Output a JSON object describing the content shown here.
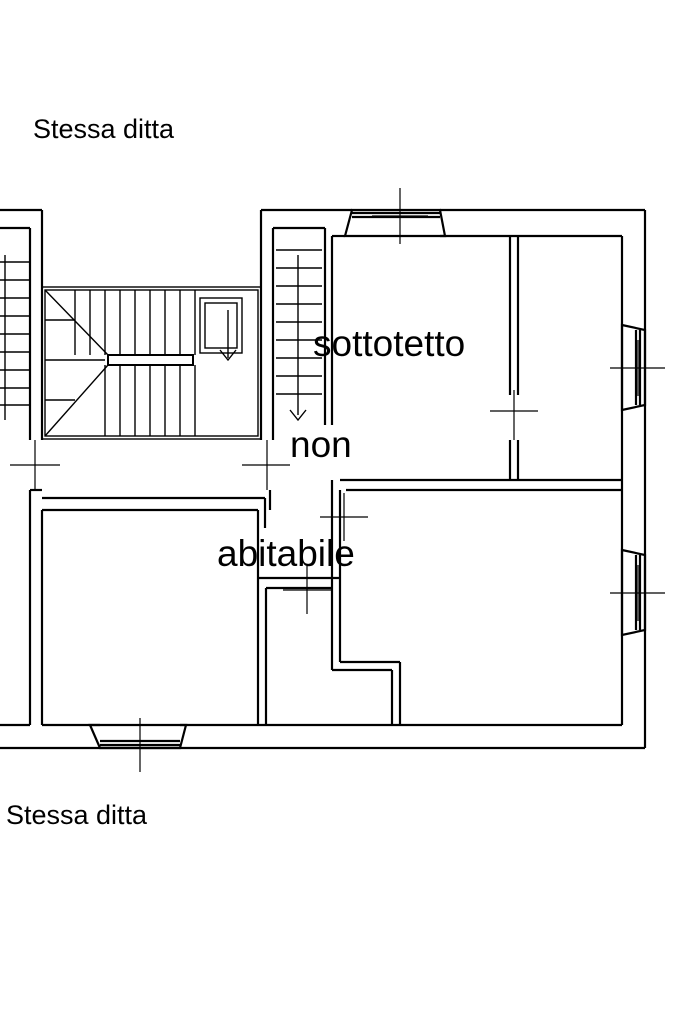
{
  "labels": {
    "neighbor_top": "Stessa ditta",
    "neighbor_bottom": "Stessa ditta",
    "room_word_1": "sottotetto",
    "room_word_2": "non",
    "room_word_3": "abitabile"
  },
  "colors": {
    "line": "#000000",
    "background": "#ffffff"
  }
}
